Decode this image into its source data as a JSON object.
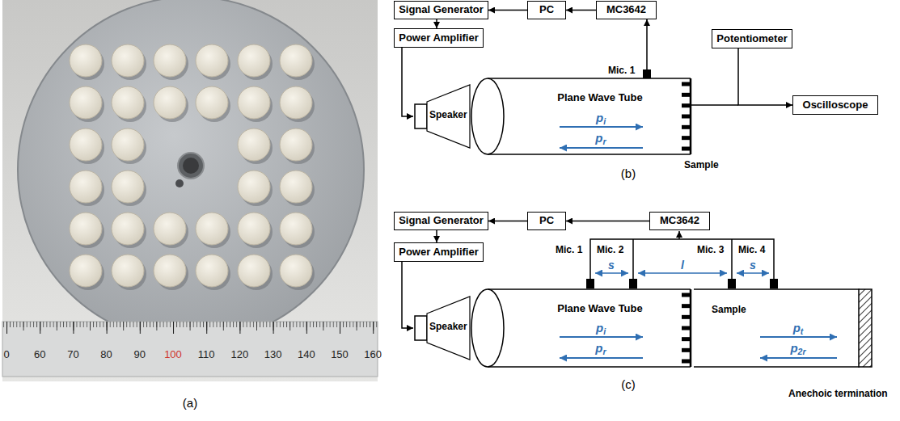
{
  "diagram": {
    "nodes": [
      {
        "text": [
          "Signal Generator"
        ]
      },
      {
        "text": [
          "PC"
        ]
      },
      {
        "text": [
          "MC3642"
        ]
      },
      {
        "text": [
          "Power Amplifier"
        ]
      },
      {
        "text": [
          "Potentiometer"
        ]
      },
      {
        "text": [
          "Speaker"
        ]
      },
      {
        "text": [
          "Plane Wave Tube"
        ]
      },
      {
        "text": [
          "Oscilloscope"
        ]
      },
      {
        "text": [
          "Signal Generator"
        ]
      },
      {
        "text": [
          "PC"
        ]
      },
      {
        "text": [
          "MC3642"
        ]
      },
      {
        "text": [
          "Power Amplifier"
        ]
      },
      {
        "text": [
          "Speaker"
        ]
      },
      {
        "text": [
          "Plane Wave Tube"
        ]
      },
      {
        "text": [
          "Sample"
        ]
      }
    ],
    "edges": [
      {
        "from": 2,
        "to": 1,
        "arrow": "to"
      },
      {
        "from": 1,
        "to": 0,
        "arrow": "to"
      },
      {
        "from": 0,
        "to": 3,
        "arrow": "to"
      },
      {
        "from": 3,
        "to": 5,
        "arrow": "to"
      },
      {
        "from": 4,
        "to": 7,
        "arrow": "to"
      },
      {
        "from": 10,
        "to": 9,
        "arrow": "to"
      },
      {
        "from": 9,
        "to": 8,
        "arrow": "to"
      },
      {
        "from": 8,
        "to": 11,
        "arrow": "to"
      },
      {
        "from": 11,
        "to": 12,
        "arrow": "to"
      }
    ],
    "labels": [
      "0",
      "60",
      "70",
      "80",
      "90",
      "100",
      "110",
      "120",
      "130",
      "140",
      "150",
      "160",
      "(a)",
      "Mic. 1",
      "pi",
      "pr",
      "Sample",
      "(b)",
      "Mic. 1",
      "Mic. 2",
      "Mic. 3",
      "Mic. 4",
      "s",
      "l",
      "s",
      "pi",
      "pr",
      "pt",
      "p2r",
      "Anechoic termination",
      "(c)"
    ]
  }
}
